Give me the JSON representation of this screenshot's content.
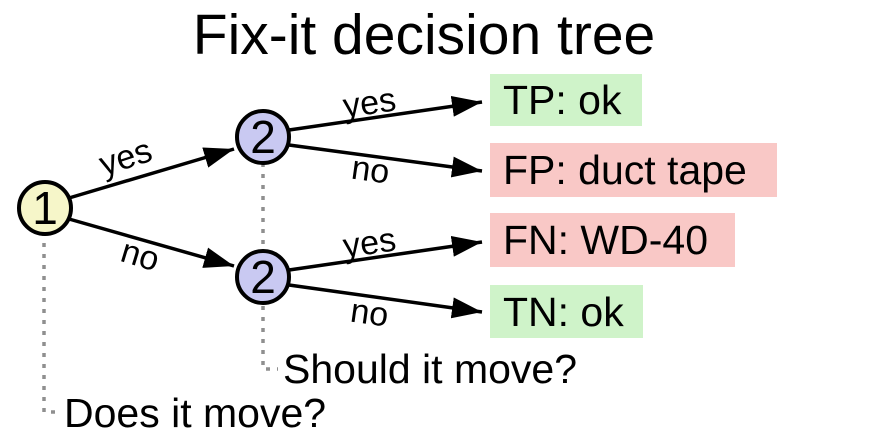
{
  "title": "Fix-it decision tree",
  "colors": {
    "background": "#FFFFFF",
    "edge": "#000000",
    "dashed_line": "#8F8F8F",
    "node1_fill": "#F6F6C9",
    "node2_fill": "#C9C9F2",
    "leaf_good_bg": "#CFF3C9",
    "leaf_bad_bg": "#F9C8C6",
    "text": "#000000"
  },
  "nodes": {
    "root": {
      "label": "1",
      "question": "Does it move?"
    },
    "upper": {
      "label": "2"
    },
    "lower": {
      "label": "2"
    },
    "level2_question": "Should it move?"
  },
  "edges": [
    {
      "from": "1",
      "to": "2-upper",
      "label": "yes"
    },
    {
      "from": "1",
      "to": "2-lower",
      "label": "no"
    },
    {
      "from": "2-upper",
      "to": "tp",
      "label": "yes"
    },
    {
      "from": "2-upper",
      "to": "fp",
      "label": "no"
    },
    {
      "from": "2-lower",
      "to": "fn",
      "label": "yes"
    },
    {
      "from": "2-lower",
      "to": "tn",
      "label": "no"
    }
  ],
  "leaves": [
    {
      "text": "TP: ok",
      "outcome": "good",
      "bg": "#CFF3C9"
    },
    {
      "text": "FP: duct tape",
      "outcome": "bad",
      "bg": "#F9C8C6"
    },
    {
      "text": "FN: WD-40",
      "outcome": "bad",
      "bg": "#F9C8C6"
    },
    {
      "text": "TN: ok",
      "outcome": "good",
      "bg": "#CFF3C9"
    }
  ]
}
